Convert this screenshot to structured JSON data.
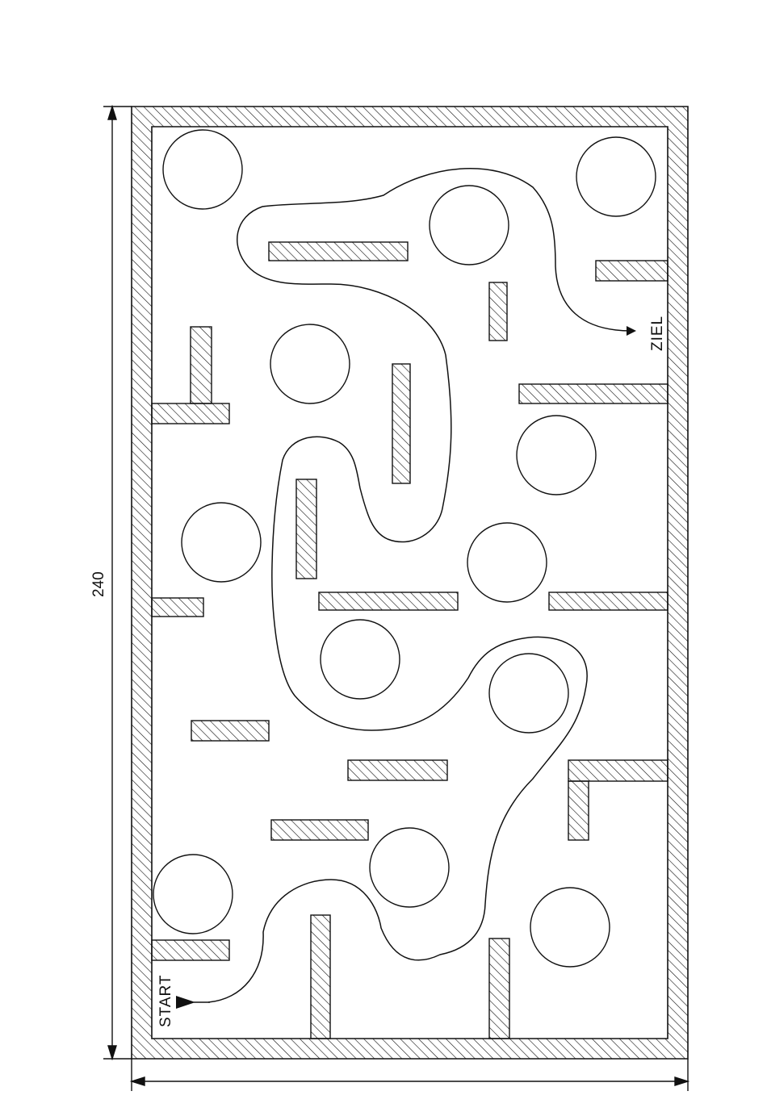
{
  "dimension": {
    "value": "240"
  },
  "labels": {
    "start": "START",
    "goal": "ZIEL"
  },
  "colors": {
    "line": "#111111",
    "background": "#ffffff"
  },
  "symbols": {
    "arrow_icon": "filled-triangle-arrow",
    "ball_icon": "circle",
    "wall_icon": "hatched-rectangle"
  }
}
